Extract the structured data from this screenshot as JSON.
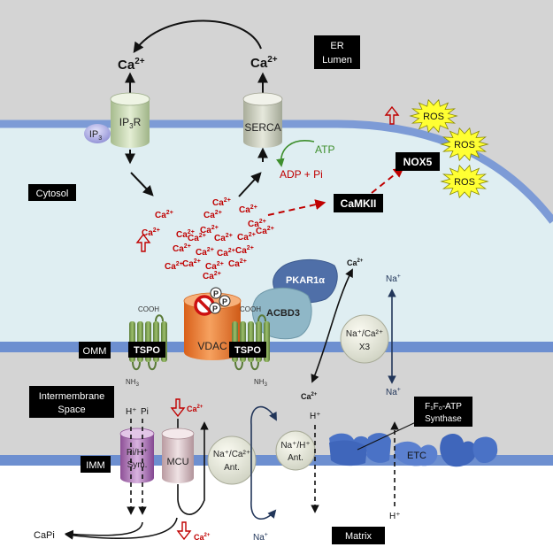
{
  "er_lumen": {
    "line1": "ER",
    "line2": "Lumen"
  },
  "cytosol": "Cytosol",
  "omm": "OMM",
  "intermembrane": {
    "line1": "Intermembrane",
    "line2": "Space"
  },
  "imm": "IMM",
  "matrix": "Matrix",
  "ca": "Ca",
  "ca_sup": "2+",
  "ip3r": {
    "base": "IP",
    "sub": "3",
    "tail": "R"
  },
  "ip3": {
    "base": "IP",
    "sub": "3"
  },
  "serca": "SERCA",
  "atp": "ATP",
  "adp_pi": "ADP + Pi",
  "camkii": "CaMKII",
  "nox5": "NOX5",
  "ros": "ROS",
  "pkar1a": "PKAR1α",
  "acbd3": "ACBD3",
  "vdac": "VDAC",
  "phospho": "P",
  "tspo": "TSPO",
  "cooh": "COOH",
  "nh3": "NH",
  "nh3_sub": "3",
  "na": "Na",
  "na_sup": "+",
  "exchanger_x3": {
    "line1": "Na⁺/Ca²⁺",
    "line2": "X3"
  },
  "na_ca_ant": {
    "line1": "Na⁺/Ca²⁺",
    "line2": "Ant."
  },
  "na_h_ant": {
    "line1": "Na⁺/H⁺",
    "line2": "Ant."
  },
  "pi_h_sym": {
    "line1": "Pi/H⁺",
    "line2": "Sym."
  },
  "mcu": "MCU",
  "etc": "ETC",
  "atp_synthase": {
    "line1": "F₁F₀-ATP",
    "line2": "Synthase"
  },
  "h_plus": "H⁺",
  "pi": "Pi",
  "capi": "CaPi",
  "colors": {
    "ca_red": "#c00000",
    "membrane_blue": "#5a7fc4",
    "er_fill": "#dfeef2",
    "ims_gray": "#d4d4d4",
    "na_navy": "#22365a",
    "ros_yellow": "#ffff33"
  }
}
